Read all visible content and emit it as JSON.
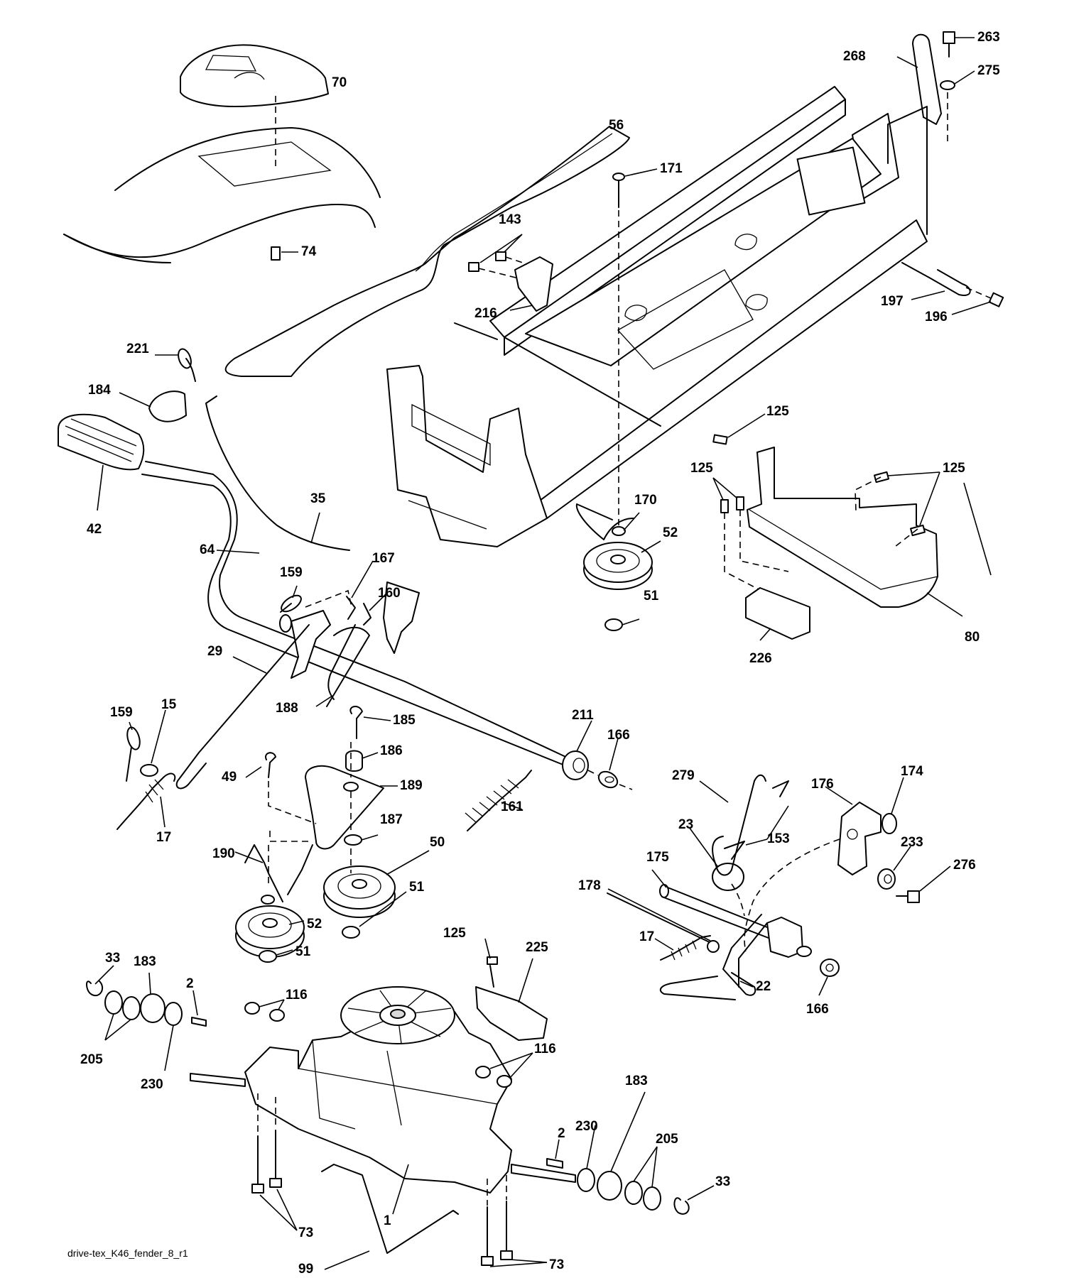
{
  "caption": "drive-tex_K46_fender_8_r1",
  "callouts": [
    {
      "id": "c70",
      "label": "70"
    },
    {
      "id": "c74",
      "label": "74"
    },
    {
      "id": "c56",
      "label": "56"
    },
    {
      "id": "c171",
      "label": "171"
    },
    {
      "id": "c143",
      "label": "143"
    },
    {
      "id": "c216",
      "label": "216"
    },
    {
      "id": "c268",
      "label": "268"
    },
    {
      "id": "c263",
      "label": "263"
    },
    {
      "id": "c275",
      "label": "275"
    },
    {
      "id": "c197",
      "label": "197"
    },
    {
      "id": "c196",
      "label": "196"
    },
    {
      "id": "c221",
      "label": "221"
    },
    {
      "id": "c184",
      "label": "184"
    },
    {
      "id": "c42",
      "label": "42"
    },
    {
      "id": "c35",
      "label": "35"
    },
    {
      "id": "c64",
      "label": "64"
    },
    {
      "id": "c159a",
      "label": "159"
    },
    {
      "id": "c167",
      "label": "167"
    },
    {
      "id": "c160",
      "label": "160"
    },
    {
      "id": "c29",
      "label": "29"
    },
    {
      "id": "c188",
      "label": "188"
    },
    {
      "id": "c125a",
      "label": "125"
    },
    {
      "id": "c125b",
      "label": "125"
    },
    {
      "id": "c125c",
      "label": "125"
    },
    {
      "id": "c170",
      "label": "170"
    },
    {
      "id": "c52a",
      "label": "52"
    },
    {
      "id": "c51a",
      "label": "51"
    },
    {
      "id": "c226",
      "label": "226"
    },
    {
      "id": "c80",
      "label": "80"
    },
    {
      "id": "c159b",
      "label": "159"
    },
    {
      "id": "c15",
      "label": "15"
    },
    {
      "id": "c17a",
      "label": "17"
    },
    {
      "id": "c185",
      "label": "185"
    },
    {
      "id": "c186",
      "label": "186"
    },
    {
      "id": "c49",
      "label": "49"
    },
    {
      "id": "c189",
      "label": "189"
    },
    {
      "id": "c187",
      "label": "187"
    },
    {
      "id": "c211",
      "label": "211"
    },
    {
      "id": "c166a",
      "label": "166"
    },
    {
      "id": "c161",
      "label": "161"
    },
    {
      "id": "c279",
      "label": "279"
    },
    {
      "id": "c176",
      "label": "176"
    },
    {
      "id": "c174",
      "label": "174"
    },
    {
      "id": "c23",
      "label": "23"
    },
    {
      "id": "c153",
      "label": "153"
    },
    {
      "id": "c233",
      "label": "233"
    },
    {
      "id": "c276",
      "label": "276"
    },
    {
      "id": "c190",
      "label": "190"
    },
    {
      "id": "c50",
      "label": "50"
    },
    {
      "id": "c51b",
      "label": "51"
    },
    {
      "id": "c52b",
      "label": "52"
    },
    {
      "id": "c51c",
      "label": "51"
    },
    {
      "id": "c175",
      "label": "175"
    },
    {
      "id": "c178",
      "label": "178"
    },
    {
      "id": "c17b",
      "label": "17"
    },
    {
      "id": "c22",
      "label": "22"
    },
    {
      "id": "c166b",
      "label": "166"
    },
    {
      "id": "c33a",
      "label": "33"
    },
    {
      "id": "c183a",
      "label": "183"
    },
    {
      "id": "c2a",
      "label": "2"
    },
    {
      "id": "c205a",
      "label": "205"
    },
    {
      "id": "c230a",
      "label": "230"
    },
    {
      "id": "c116a",
      "label": "116"
    },
    {
      "id": "c125d",
      "label": "125"
    },
    {
      "id": "c225",
      "label": "225"
    },
    {
      "id": "c116b",
      "label": "116"
    },
    {
      "id": "c2b",
      "label": "2"
    },
    {
      "id": "c230b",
      "label": "230"
    },
    {
      "id": "c183b",
      "label": "183"
    },
    {
      "id": "c205b",
      "label": "205"
    },
    {
      "id": "c73a",
      "label": "73"
    },
    {
      "id": "c1",
      "label": "1"
    },
    {
      "id": "c99",
      "label": "99"
    },
    {
      "id": "c73b",
      "label": "73"
    },
    {
      "id": "c33b",
      "label": "33"
    }
  ]
}
